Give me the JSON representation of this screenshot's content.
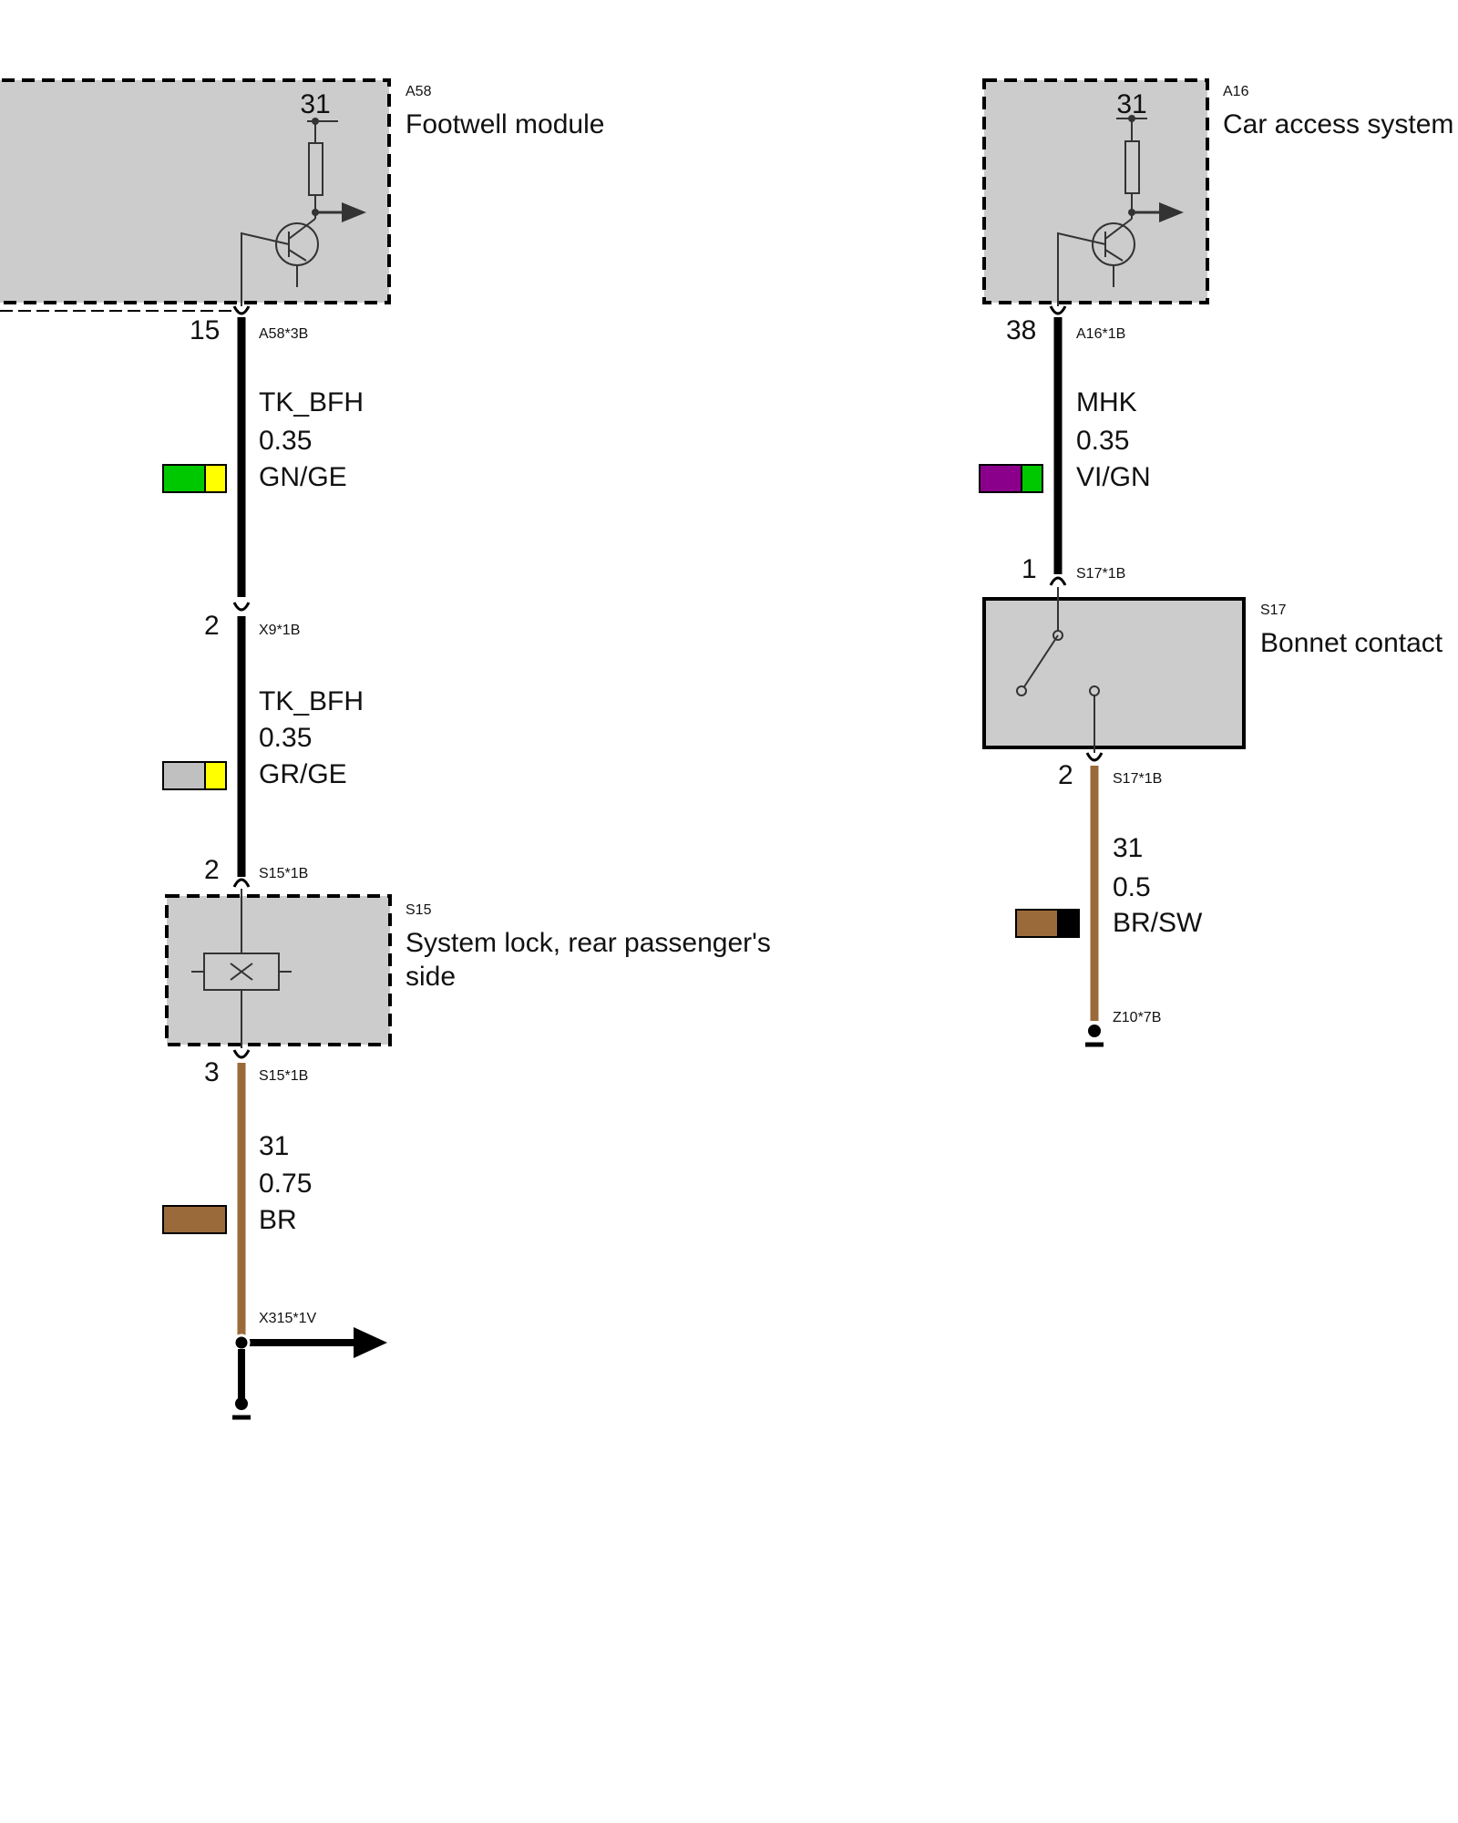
{
  "colors": {
    "module_fill": "#cccccc",
    "wire_black": "#000000",
    "wire_brown": "#9a6a3a",
    "gn": "#00c800",
    "ge": "#ffff00",
    "gr": "#c0c0c0",
    "vi": "#8b008b",
    "br": "#9a6a3a",
    "sw": "#000000"
  },
  "left": {
    "a58": {
      "id": "A58",
      "name": "Footwell module",
      "terminal": "31",
      "pin": "15",
      "connector": "A58*3B"
    },
    "wire1": {
      "signal": "TK_BFH",
      "size": "0.35",
      "color": "GN/GE"
    },
    "x9": {
      "pin": "2",
      "connector": "X9*1B"
    },
    "wire2": {
      "signal": "TK_BFH",
      "size": "0.35",
      "color": "GR/GE"
    },
    "s15": {
      "id": "S15",
      "name_line1": "System lock, rear passenger's",
      "name_line2": "side",
      "pin_in": "2",
      "connector_in": "S15*1B",
      "pin_out": "3",
      "connector_out": "S15*1B"
    },
    "wire3": {
      "signal": "31",
      "size": "0.75",
      "color": "BR"
    },
    "ground": {
      "connector": "X315*1V"
    }
  },
  "right": {
    "a16": {
      "id": "A16",
      "name": "Car access system",
      "terminal": "31",
      "pin": "38",
      "connector": "A16*1B"
    },
    "wire1": {
      "signal": "MHK",
      "size": "0.35",
      "color": "VI/GN"
    },
    "s17": {
      "id": "S17",
      "name": "Bonnet contact",
      "pin_in": "1",
      "connector_in": "S17*1B",
      "pin_out": "2",
      "connector_out": "S17*1B"
    },
    "wire2": {
      "signal": "31",
      "size": "0.5",
      "color": "BR/SW"
    },
    "ground": {
      "connector": "Z10*7B"
    }
  }
}
